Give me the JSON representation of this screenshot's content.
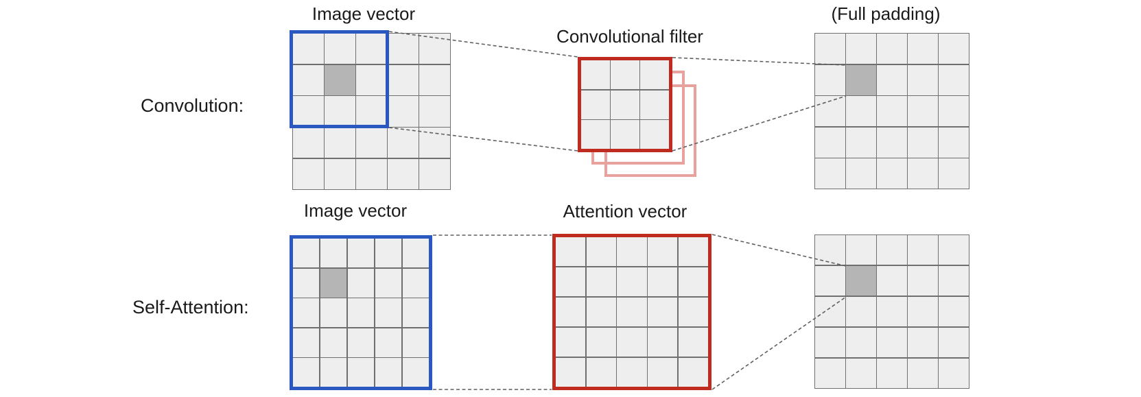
{
  "convolution": {
    "label": "Convolution:",
    "image_grid_title": "Image vector",
    "filter_title": "Convolutional filter",
    "output_title": "(Full padding)",
    "image_grid": {
      "rows": 5,
      "cols": 5,
      "shaded_cells": [
        [
          1,
          1
        ]
      ]
    },
    "filter_grid": {
      "rows": 3,
      "cols": 3,
      "shaded_cells": []
    },
    "output_grid": {
      "rows": 5,
      "cols": 5,
      "shaded_cells": [
        [
          1,
          1
        ]
      ]
    }
  },
  "self_attention": {
    "label": "Self-Attention:",
    "image_grid_title": "Image vector",
    "attention_title": "Attention vector",
    "image_grid": {
      "rows": 5,
      "cols": 5,
      "shaded_cells": [
        [
          1,
          1
        ]
      ]
    },
    "attention_grid": {
      "rows": 5,
      "cols": 5,
      "shaded_cells": []
    },
    "output_grid": {
      "rows": 5,
      "cols": 5,
      "shaded_cells": [
        [
          1,
          1
        ]
      ]
    }
  },
  "colors": {
    "highlight_blue": "#2b57c0",
    "highlight_red": "#bf2b1f",
    "stack_pink": "#e8a29e",
    "cell_fill": "#eeeeee",
    "cell_shaded": "#b5b5b5",
    "grid_line": "#6f6f6f",
    "connector_line": "#5f5f5f",
    "text": "#1a1a1a",
    "background": "#ffffff"
  }
}
